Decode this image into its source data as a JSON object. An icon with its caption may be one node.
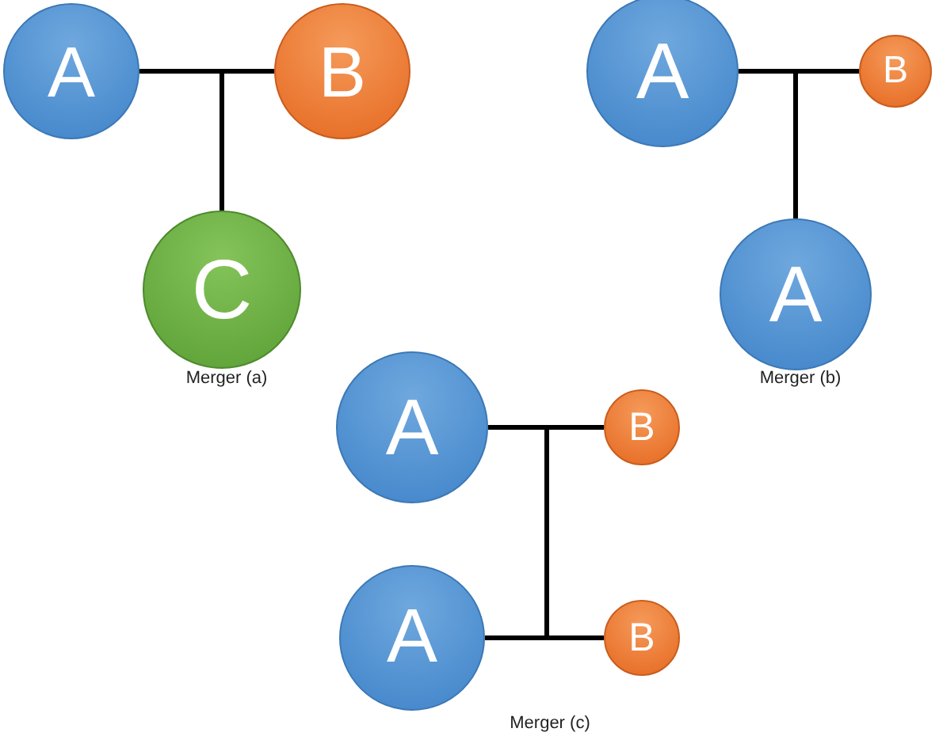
{
  "diagram": {
    "nodes": [
      {
        "text": [
          "A"
        ]
      },
      {
        "text": [
          "B"
        ]
      },
      {
        "text": [
          "C"
        ]
      },
      {
        "text": [
          "A"
        ]
      },
      {
        "text": [
          "B"
        ]
      },
      {
        "text": [
          "A"
        ]
      },
      {
        "text": [
          "A"
        ]
      },
      {
        "text": [
          "B"
        ]
      },
      {
        "text": [
          "A"
        ]
      },
      {
        "text": [
          "B"
        ]
      }
    ],
    "edges": [
      {
        "from": 0,
        "to": 1,
        "arrow": "none"
      },
      {
        "from": 0,
        "to": 2,
        "arrow": "none"
      },
      {
        "from": 1,
        "to": 2,
        "arrow": "none"
      },
      {
        "from": 3,
        "to": 4,
        "arrow": "none"
      },
      {
        "from": 3,
        "to": 5,
        "arrow": "none"
      },
      {
        "from": 4,
        "to": 5,
        "arrow": "none"
      },
      {
        "from": 6,
        "to": 7,
        "arrow": "none"
      },
      {
        "from": 8,
        "to": 9,
        "arrow": "none"
      }
    ],
    "labels": [
      "Merger (a)",
      "Merger (b)",
      "Merger (c)"
    ]
  }
}
